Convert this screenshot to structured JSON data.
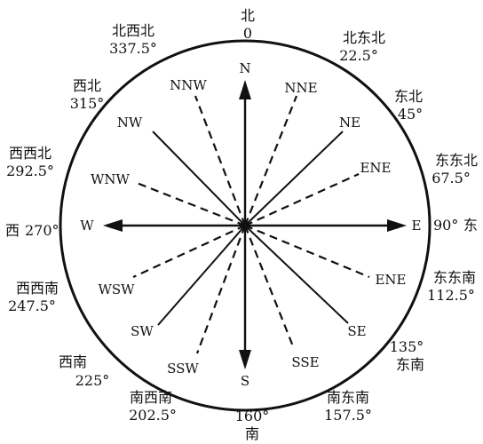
{
  "rose": {
    "inner": {
      "n": "N",
      "s": "S",
      "e": "E",
      "w": "W",
      "nne": "NNE",
      "ne": "NE",
      "ene": "ENE",
      "ese": "ENE",
      "se": "SE",
      "sse": "SSE",
      "ssw": "SSW",
      "sw": "SW",
      "wsw": "WSW",
      "wnw": "WNW",
      "nw": "NW",
      "nnw": "NNW"
    },
    "outer": {
      "north": {
        "name": "北",
        "deg": "0"
      },
      "nne": {
        "name": "北东北",
        "deg": "22.5°"
      },
      "ne": {
        "name": "东北",
        "deg": "45°"
      },
      "ene": {
        "name": "东东北",
        "deg": "67.5°"
      },
      "east": {
        "deg": "90°",
        "name": "东"
      },
      "ese": {
        "name": "东东南",
        "deg": "112.5°"
      },
      "se": {
        "deg": "135°",
        "name": "东南"
      },
      "sse": {
        "name": "南东南",
        "deg": "157.5°"
      },
      "south": {
        "deg": "160°",
        "name": "南"
      },
      "ssw": {
        "name": "南西南",
        "deg": "202.5°"
      },
      "sw": {
        "name": "西南",
        "deg": "225°"
      },
      "wsw": {
        "name": "西西南",
        "deg": "247.5°"
      },
      "west": {
        "name": "西",
        "deg": "270°"
      },
      "wnw": {
        "name": "西西北",
        "deg": "292.5°"
      },
      "nw": {
        "name": "西北",
        "deg": "315°"
      },
      "nnw": {
        "name": "北西北",
        "deg": "337.5°"
      }
    }
  }
}
